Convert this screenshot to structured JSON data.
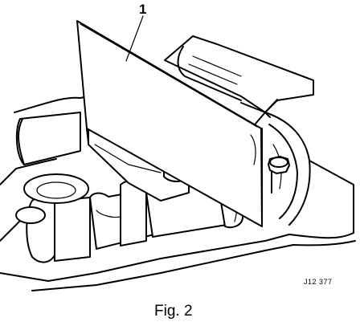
{
  "diagram": {
    "callout": "1",
    "reference_code": "J12 377",
    "caption": "Fig. 2",
    "line_color": "#000000",
    "background_color": "#ffffff"
  }
}
